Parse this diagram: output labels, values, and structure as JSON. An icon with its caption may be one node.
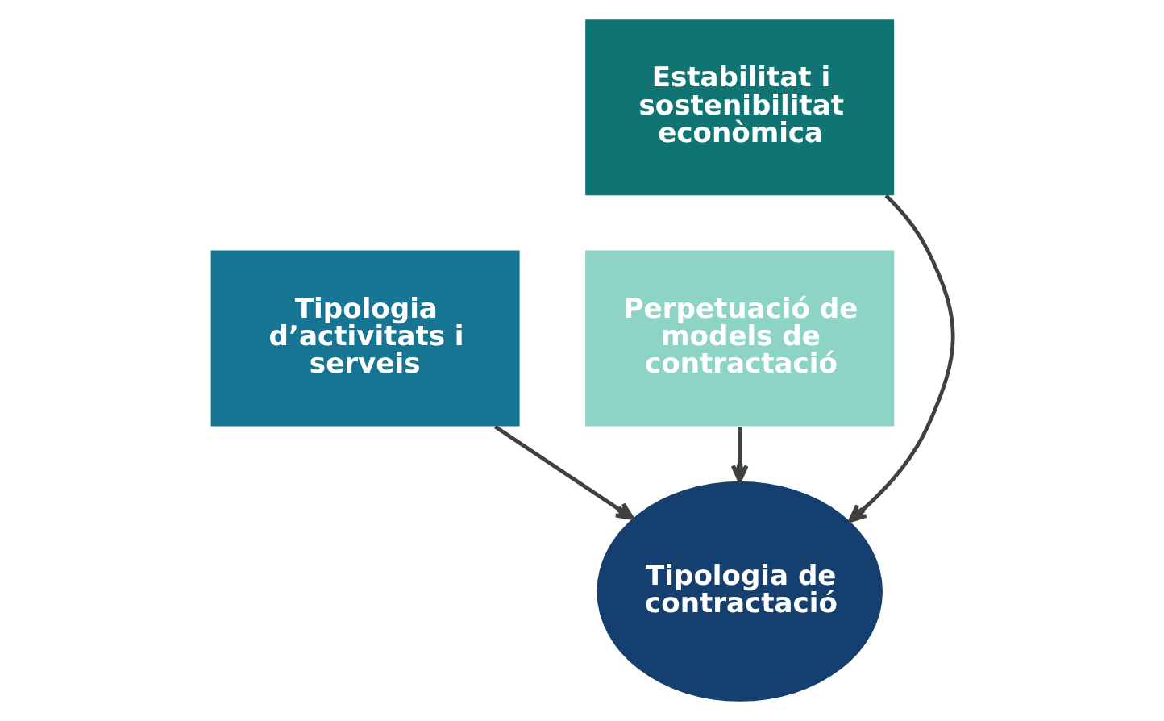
{
  "diagram": {
    "nodes": [
      {
        "text": [
          "Estabilitat i sostenibilitat econòmica"
        ]
      },
      {
        "text": [
          "Tipologia d’activitats i serveis"
        ]
      },
      {
        "text": [
          "Perpetuació de models de contractació"
        ]
      },
      {
        "text": [
          "Tipologia de contractació"
        ]
      }
    ],
    "edges": [
      {
        "from": 0,
        "to": 3,
        "arrow": "to"
      },
      {
        "from": 1,
        "to": 3,
        "arrow": "to"
      },
      {
        "from": 2,
        "to": 3,
        "arrow": "to"
      }
    ]
  }
}
